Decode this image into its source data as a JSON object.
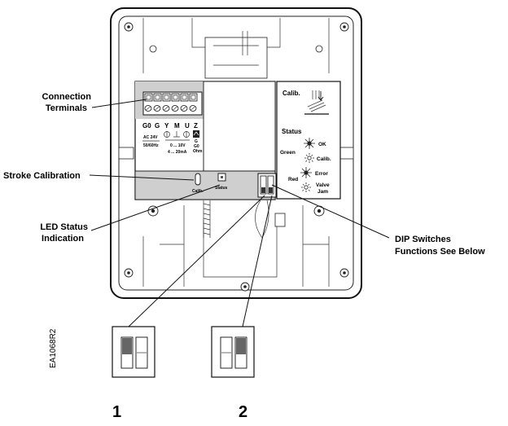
{
  "callouts": {
    "connection_terminals_line1": "Connection",
    "connection_terminals_line2": "Terminals",
    "stroke_calibration": "Stroke Calibration",
    "led_status_line1": "LED Status",
    "led_status_line2": "Indication",
    "dip_switches_line1": "DIP Switches",
    "dip_switches_line2": "Functions See Below"
  },
  "terminals": {
    "labels": [
      "G0",
      "G",
      "Y",
      "M",
      "U",
      "Z"
    ],
    "ac_line1": "AC 24V",
    "ac_line2": "50/60Hz",
    "signal_line1": "0 ... 10V",
    "signal_line2": "4 ... 20mA",
    "z_line1": "G",
    "z_line2": "G0",
    "z_line3": "Ohm"
  },
  "board": {
    "calib_small": "Calib.",
    "status_small": "Status"
  },
  "panel": {
    "calib_title": "Calib.",
    "status_title": "Status",
    "green_label": "Green",
    "red_label": "Red",
    "led_ok": "OK",
    "led_calib": "Calib.",
    "led_error": "Error",
    "led_valve_line1": "Valve",
    "led_valve_line2": "Jam"
  },
  "switches": {
    "label_1": "1",
    "label_2": "2"
  },
  "doc_code": "EA1068R2"
}
